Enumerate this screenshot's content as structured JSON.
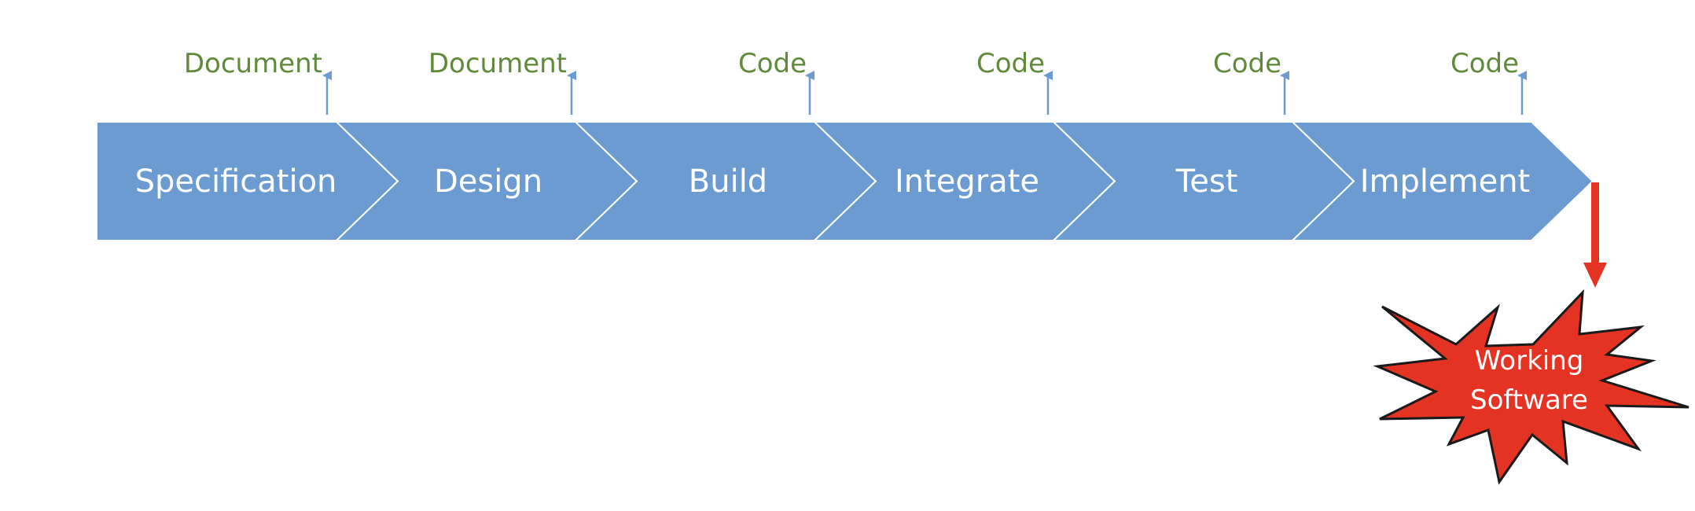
{
  "stages": [
    {
      "label": "Specification",
      "artifact": "Document"
    },
    {
      "label": "Design",
      "artifact": "Document"
    },
    {
      "label": "Build",
      "artifact": "Code"
    },
    {
      "label": "Integrate",
      "artifact": "Code"
    },
    {
      "label": "Test",
      "artifact": "Code"
    },
    {
      "label": "Implement",
      "artifact": "Code"
    }
  ],
  "outcome": {
    "line1": "Working",
    "line2": "Software"
  },
  "colors": {
    "chevron_fill": "#6b9bd1",
    "chevron_border": "#ffffff",
    "artifact_text": "#5e8a3a",
    "artifact_arrow": "#6b9bd1",
    "outcome_arrow": "#e53323",
    "burst_fill": "#e53323",
    "burst_stroke": "#1a1a1a",
    "stage_text": "#ffffff",
    "burst_text": "#ffffff"
  }
}
